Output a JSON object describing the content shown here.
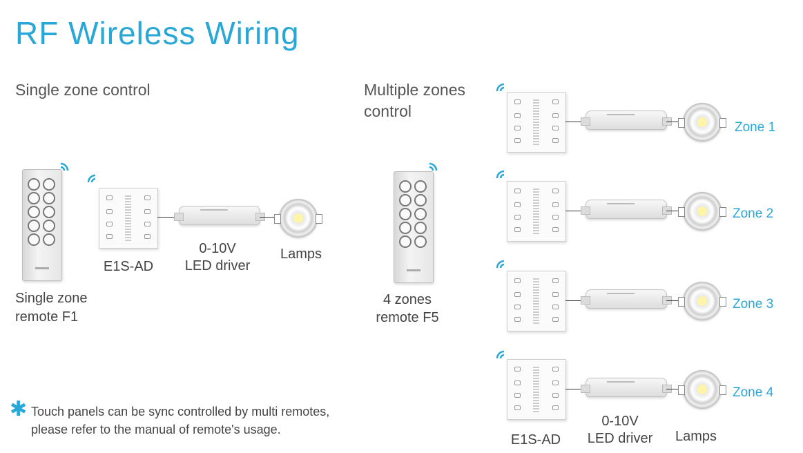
{
  "title": "RF Wireless Wiring",
  "single": {
    "heading": "Single zone control",
    "remote_label_1": "Single zone",
    "remote_label_2": "remote F1",
    "panel_label": "E1S-AD",
    "driver_label_1": "0-10V",
    "driver_label_2": "LED driver",
    "lamp_label": "Lamps"
  },
  "multi": {
    "heading_1": "Multiple zones",
    "heading_2": "control",
    "remote_label_1": "4 zones",
    "remote_label_2": "remote F5",
    "zones": [
      "Zone 1",
      "Zone 2",
      "Zone 3",
      "Zone 4"
    ],
    "panel_label": "E1S-AD",
    "driver_label_1": "0-10V",
    "driver_label_2": "LED driver",
    "lamp_label": "Lamps"
  },
  "note": {
    "line_1": "Touch panels can be sync controlled by multi remotes,",
    "line_2": "please refer to the manual of remote's usage."
  },
  "colors": {
    "accent": "#29a8d8",
    "text": "#444444"
  },
  "icons": [
    "wireless-signal-icon",
    "asterisk-icon"
  ]
}
